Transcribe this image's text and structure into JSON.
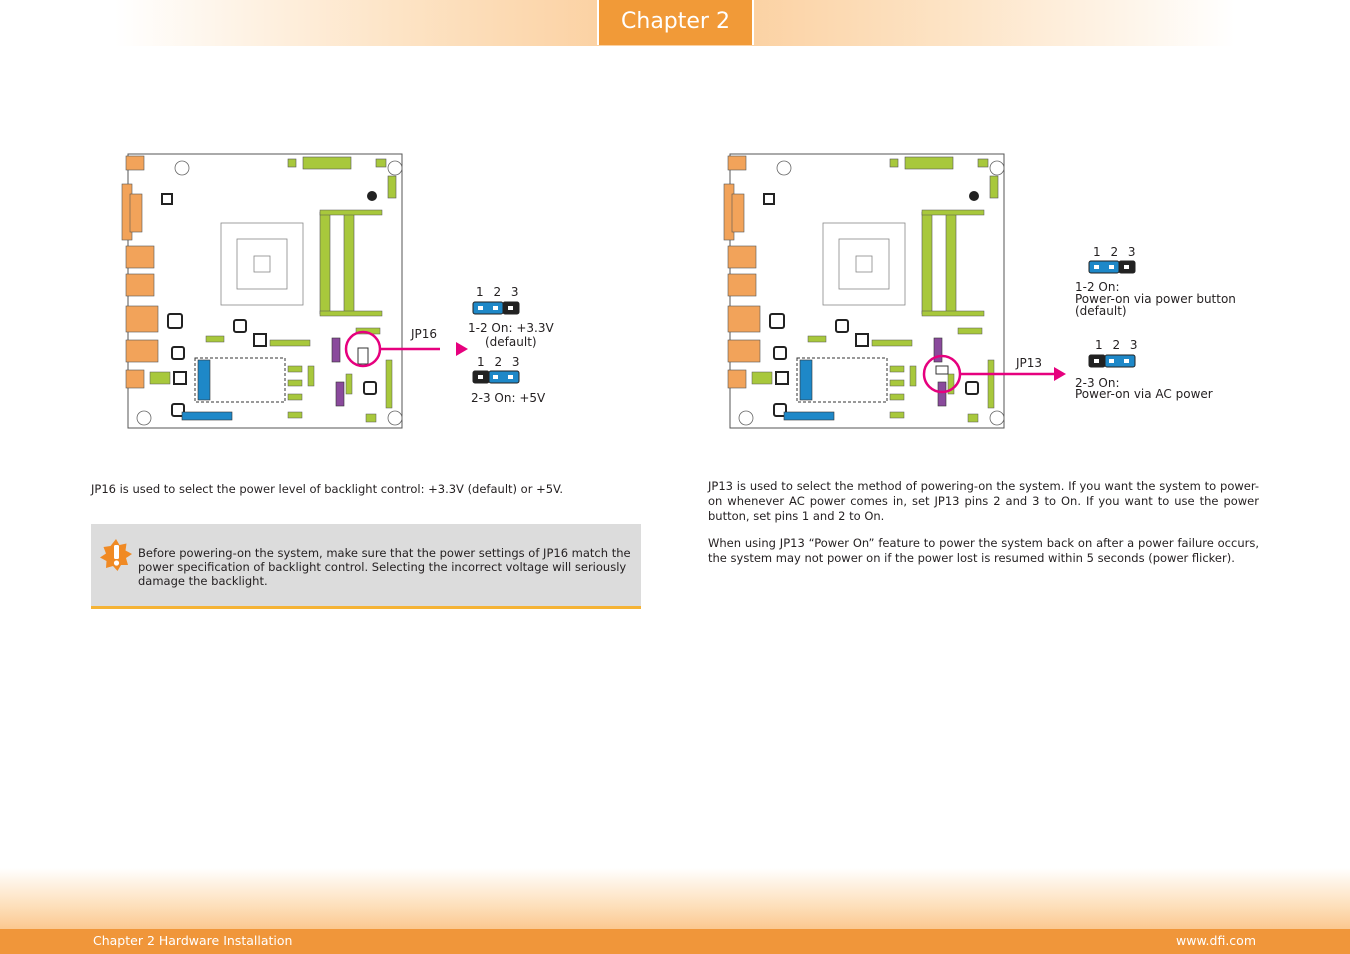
{
  "header": {
    "chapter_label": "Chapter 2"
  },
  "left": {
    "connector_label": "JP16",
    "pins_label": "1 2 3",
    "option1_line1": "1-2 On: +3.3V",
    "option1_line2": "(default)",
    "option2": "2-3 On: +5V",
    "description": "JP16 is used to select the power level of backlight control: +3.3V (default) or +5V.",
    "note": "Before powering-on the system, make sure that the power settings of JP16 match the power specification of backlight control. Selecting the incorrect voltage will seriously damage the backlight."
  },
  "right": {
    "connector_label": "JP13",
    "pins_label": "1 2 3",
    "option1_line1": "1-2 On:",
    "option1_line2": "Power-on via power button",
    "option1_line3": "(default)",
    "option2_line1": "2-3 On:",
    "option2_line2": "Power-on via AC power",
    "description_p1": "JP13 is used to select the method of powering-on the system. If you want the system to power-on whenever AC power comes in, set JP13 pins 2 and 3 to On. If you want to use the power button, set pins 1 and 2 to On.",
    "description_p2": "When using JP13 “Power On” feature to power the system back on after a power failure occurs, the system may not power on if the power lost is resumed within 5 seconds (power flicker)."
  },
  "footer": {
    "left_text": "Chapter 2 Hardware Installation",
    "right_text": "www.dfi.com"
  },
  "colors": {
    "accent_orange": "#f19a38",
    "highlight_magenta": "#e6007e",
    "jumper_blue": "#1e88c8",
    "board_green": "#a8c83c",
    "board_purple": "#8a4a9c"
  }
}
